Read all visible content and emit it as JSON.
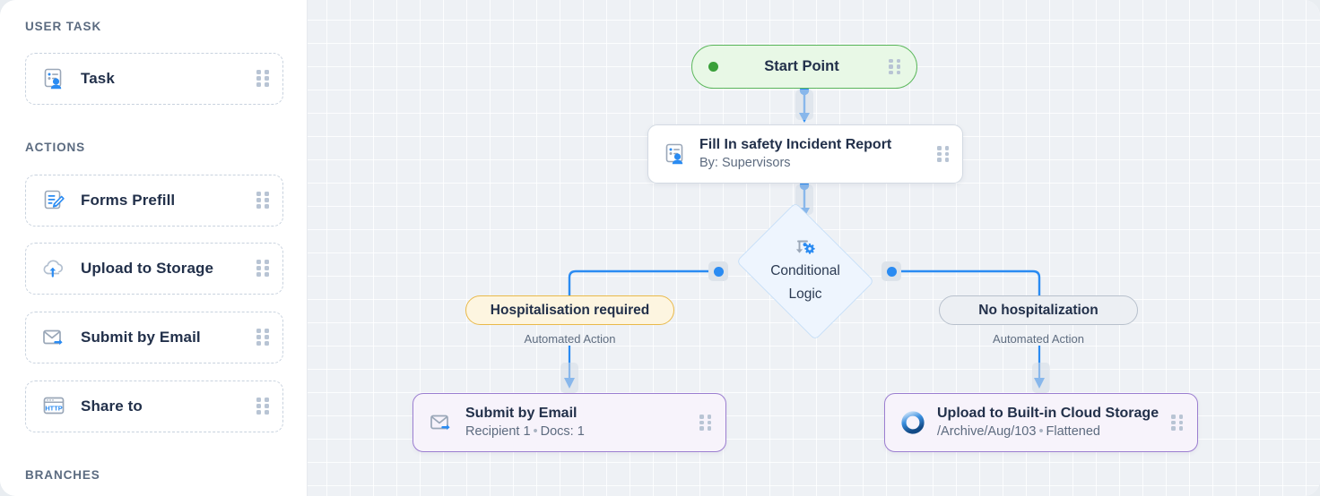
{
  "sidebar": {
    "sections": [
      {
        "title": "USER TASK"
      },
      {
        "title": "ACTIONS"
      },
      {
        "title": "BRANCHES"
      }
    ],
    "user_task_items": [
      {
        "label": "Task",
        "icon": "task-form-user-icon"
      }
    ],
    "action_items": [
      {
        "label": "Forms Prefill",
        "icon": "form-pencil-icon"
      },
      {
        "label": "Upload to Storage",
        "icon": "cloud-upload-icon"
      },
      {
        "label": "Submit by Email",
        "icon": "envelope-arrow-icon"
      },
      {
        "label": "Share to",
        "icon": "http-browser-icon"
      }
    ]
  },
  "canvas": {
    "start_node": {
      "label": "Start Point",
      "dot_color": "#3aa03a",
      "border_color": "#5cb85c",
      "fill_color": "#e8f8e6"
    },
    "task_node": {
      "title": "Fill In safety Incident Report",
      "subtitle": "By: Supervisors",
      "icon": "task-form-user-icon"
    },
    "condition_node": {
      "label_line1": "Conditional",
      "label_line2": "Logic",
      "icon": "condition-gear-icon",
      "border_color": "#bbd9f7",
      "fill_color": "#eef5fe"
    },
    "branches": [
      {
        "label": "Hospitalisation required",
        "caption": "Automated Action",
        "border_color": "#e9b949",
        "fill_color": "#fdf5e0"
      },
      {
        "label": "No hospitalization",
        "caption": "Automated Action",
        "border_color": "#b7c0cc",
        "fill_color": "#eceff3"
      }
    ],
    "action_nodes": [
      {
        "title": "Submit by Email",
        "meta_1": "Recipient 1",
        "separator": "•",
        "meta_2": "Docs: 1",
        "icon": "envelope-arrow-icon",
        "border_color": "#9b7ed0"
      },
      {
        "title": "Upload to Built-in Cloud Storage",
        "meta_1": "/Archive/Aug/103",
        "separator": "•",
        "meta_2": "Flattened",
        "icon": "cloud-ring-icon",
        "border_color": "#9b7ed0"
      }
    ],
    "edge_color": "#2a8bf2"
  }
}
